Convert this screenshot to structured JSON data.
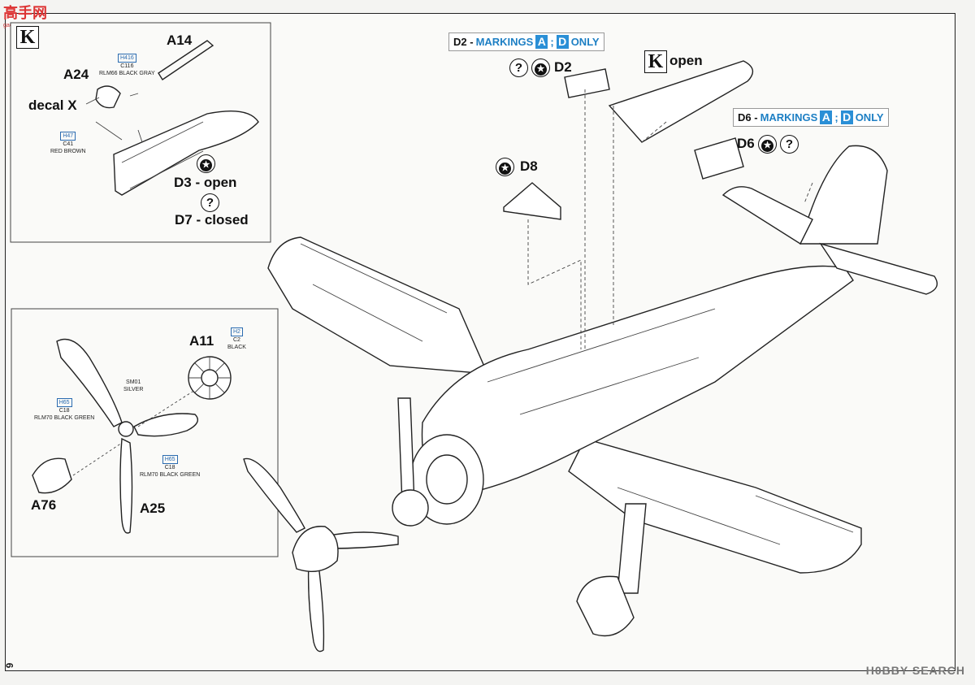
{
  "site_logo": {
    "text": "高手网",
    "sub": "gaoshou.com"
  },
  "watermark": "H0BBY SEARCH",
  "page_number": "6",
  "inset_canopy": {
    "k_label": "K",
    "parts": [
      "A14",
      "A24",
      "decal X"
    ],
    "paint_top": {
      "code": "H416",
      "code2": "C116",
      "name": "RLM66 BLACK GRAY"
    },
    "paint_bottom": {
      "code": "H47",
      "code2": "C41",
      "name": "RED BROWN"
    },
    "open_label": "D3 - open",
    "closed_label": "D7 - closed",
    "symbol_open": "★",
    "symbol_closed": "?"
  },
  "inset_prop": {
    "parts": [
      "A11",
      "A76",
      "A25"
    ],
    "paint_a11": {
      "code": "H2",
      "code2": "C2",
      "name": "BLACK"
    },
    "paint_spinner": {
      "code": "SM01",
      "name": "SILVER"
    },
    "paint_blades_top": {
      "code": "H65",
      "code2": "C18",
      "name": "RLM70 BLACK GREEN"
    },
    "paint_blades_bottom": {
      "code": "H65",
      "code2": "C18",
      "name": "RLM70 BLACK GREEN"
    }
  },
  "markings_d2": {
    "prefix": "D2 -",
    "word": "MARKINGS",
    "a": "A",
    "sep": ";",
    "d": "D",
    "suffix": "ONLY"
  },
  "markings_d6": {
    "prefix": "D6 -",
    "word": "MARKINGS",
    "a": "A",
    "sep": ";",
    "d": "D",
    "suffix": "ONLY"
  },
  "d2_label": "D2",
  "d6_label": "D6",
  "d8_label": "D8",
  "k_open": {
    "k": "K",
    "text": "open"
  },
  "symbols": {
    "question": "?",
    "star": "★"
  }
}
